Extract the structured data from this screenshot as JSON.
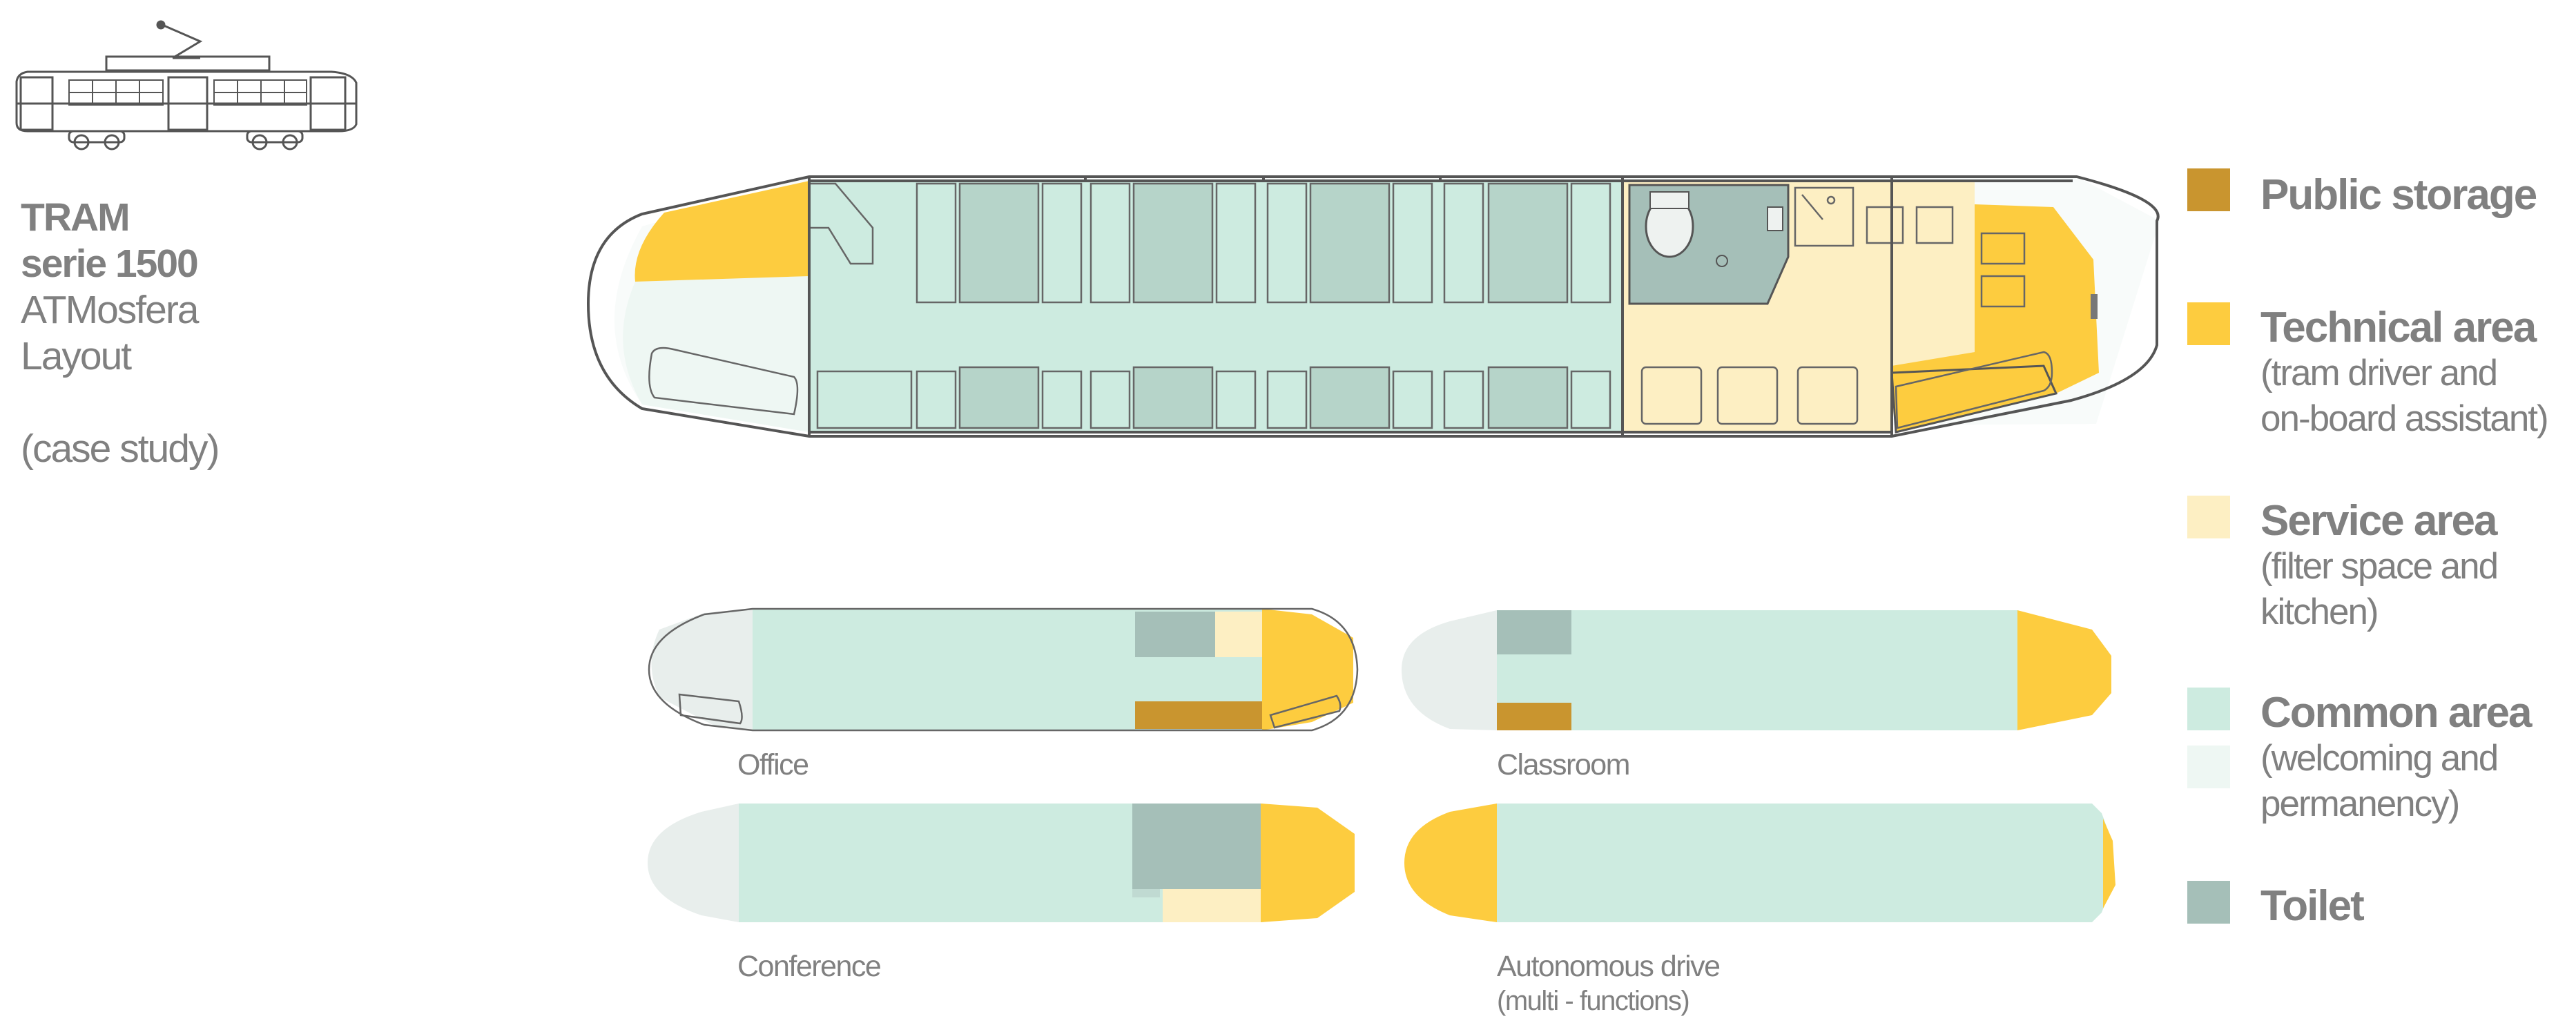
{
  "title": {
    "line1": "TRAM",
    "line2": "serie 1500",
    "line3": "ATMosfera",
    "line4": "Layout",
    "line5": "(case study)"
  },
  "legend": [
    {
      "key": "public_storage",
      "title": "Public storage",
      "sub1": "",
      "sub2": "",
      "color": "#C9952F"
    },
    {
      "key": "technical",
      "title": "Technical area",
      "sub1": "(tram driver and",
      "sub2": "on-board assistant)",
      "color": "#FDCC3F"
    },
    {
      "key": "service",
      "title": "Service area",
      "sub1": "(filter space and",
      "sub2": "kitchen)",
      "color": "#FDEFC3"
    },
    {
      "key": "common",
      "title": "Common area",
      "sub1": "(welcoming and",
      "sub2": "permanency)",
      "color": "#CDEBE0",
      "color2": "#EEF7F3"
    },
    {
      "key": "toilet",
      "title": "Toilet",
      "sub1": "",
      "sub2": "",
      "color": "#A5BFB8"
    }
  ],
  "layouts": {
    "office": "Office",
    "classroom": "Classroom",
    "conference": "Conference",
    "autonomous_line1": "Autonomous drive",
    "autonomous_line2": "(multi - functions)"
  },
  "colors": {
    "storage": "#C9952F",
    "technical": "#FDCC3F",
    "service": "#FDEFC3",
    "common": "#CDEBE0",
    "welcoming": "#E8EEEC",
    "toilet": "#A5BFB8",
    "seat": "#B6D4C9",
    "outline": "#555555",
    "text": "#808080"
  }
}
